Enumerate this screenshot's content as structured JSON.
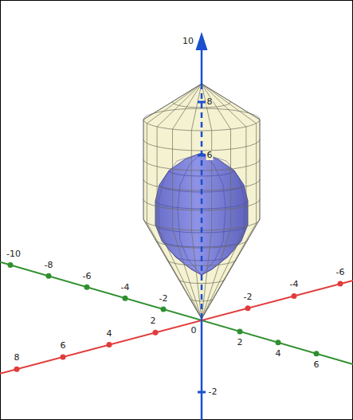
{
  "diagram": {
    "labels": [
      "10",
      "8",
      "6",
      "-10",
      "-8",
      "-6",
      "-6",
      "-4",
      "-4",
      "-2",
      "-2",
      "2",
      "0",
      "4",
      "2",
      "6",
      "4",
      "8",
      "6",
      "-2"
    ]
  }
}
